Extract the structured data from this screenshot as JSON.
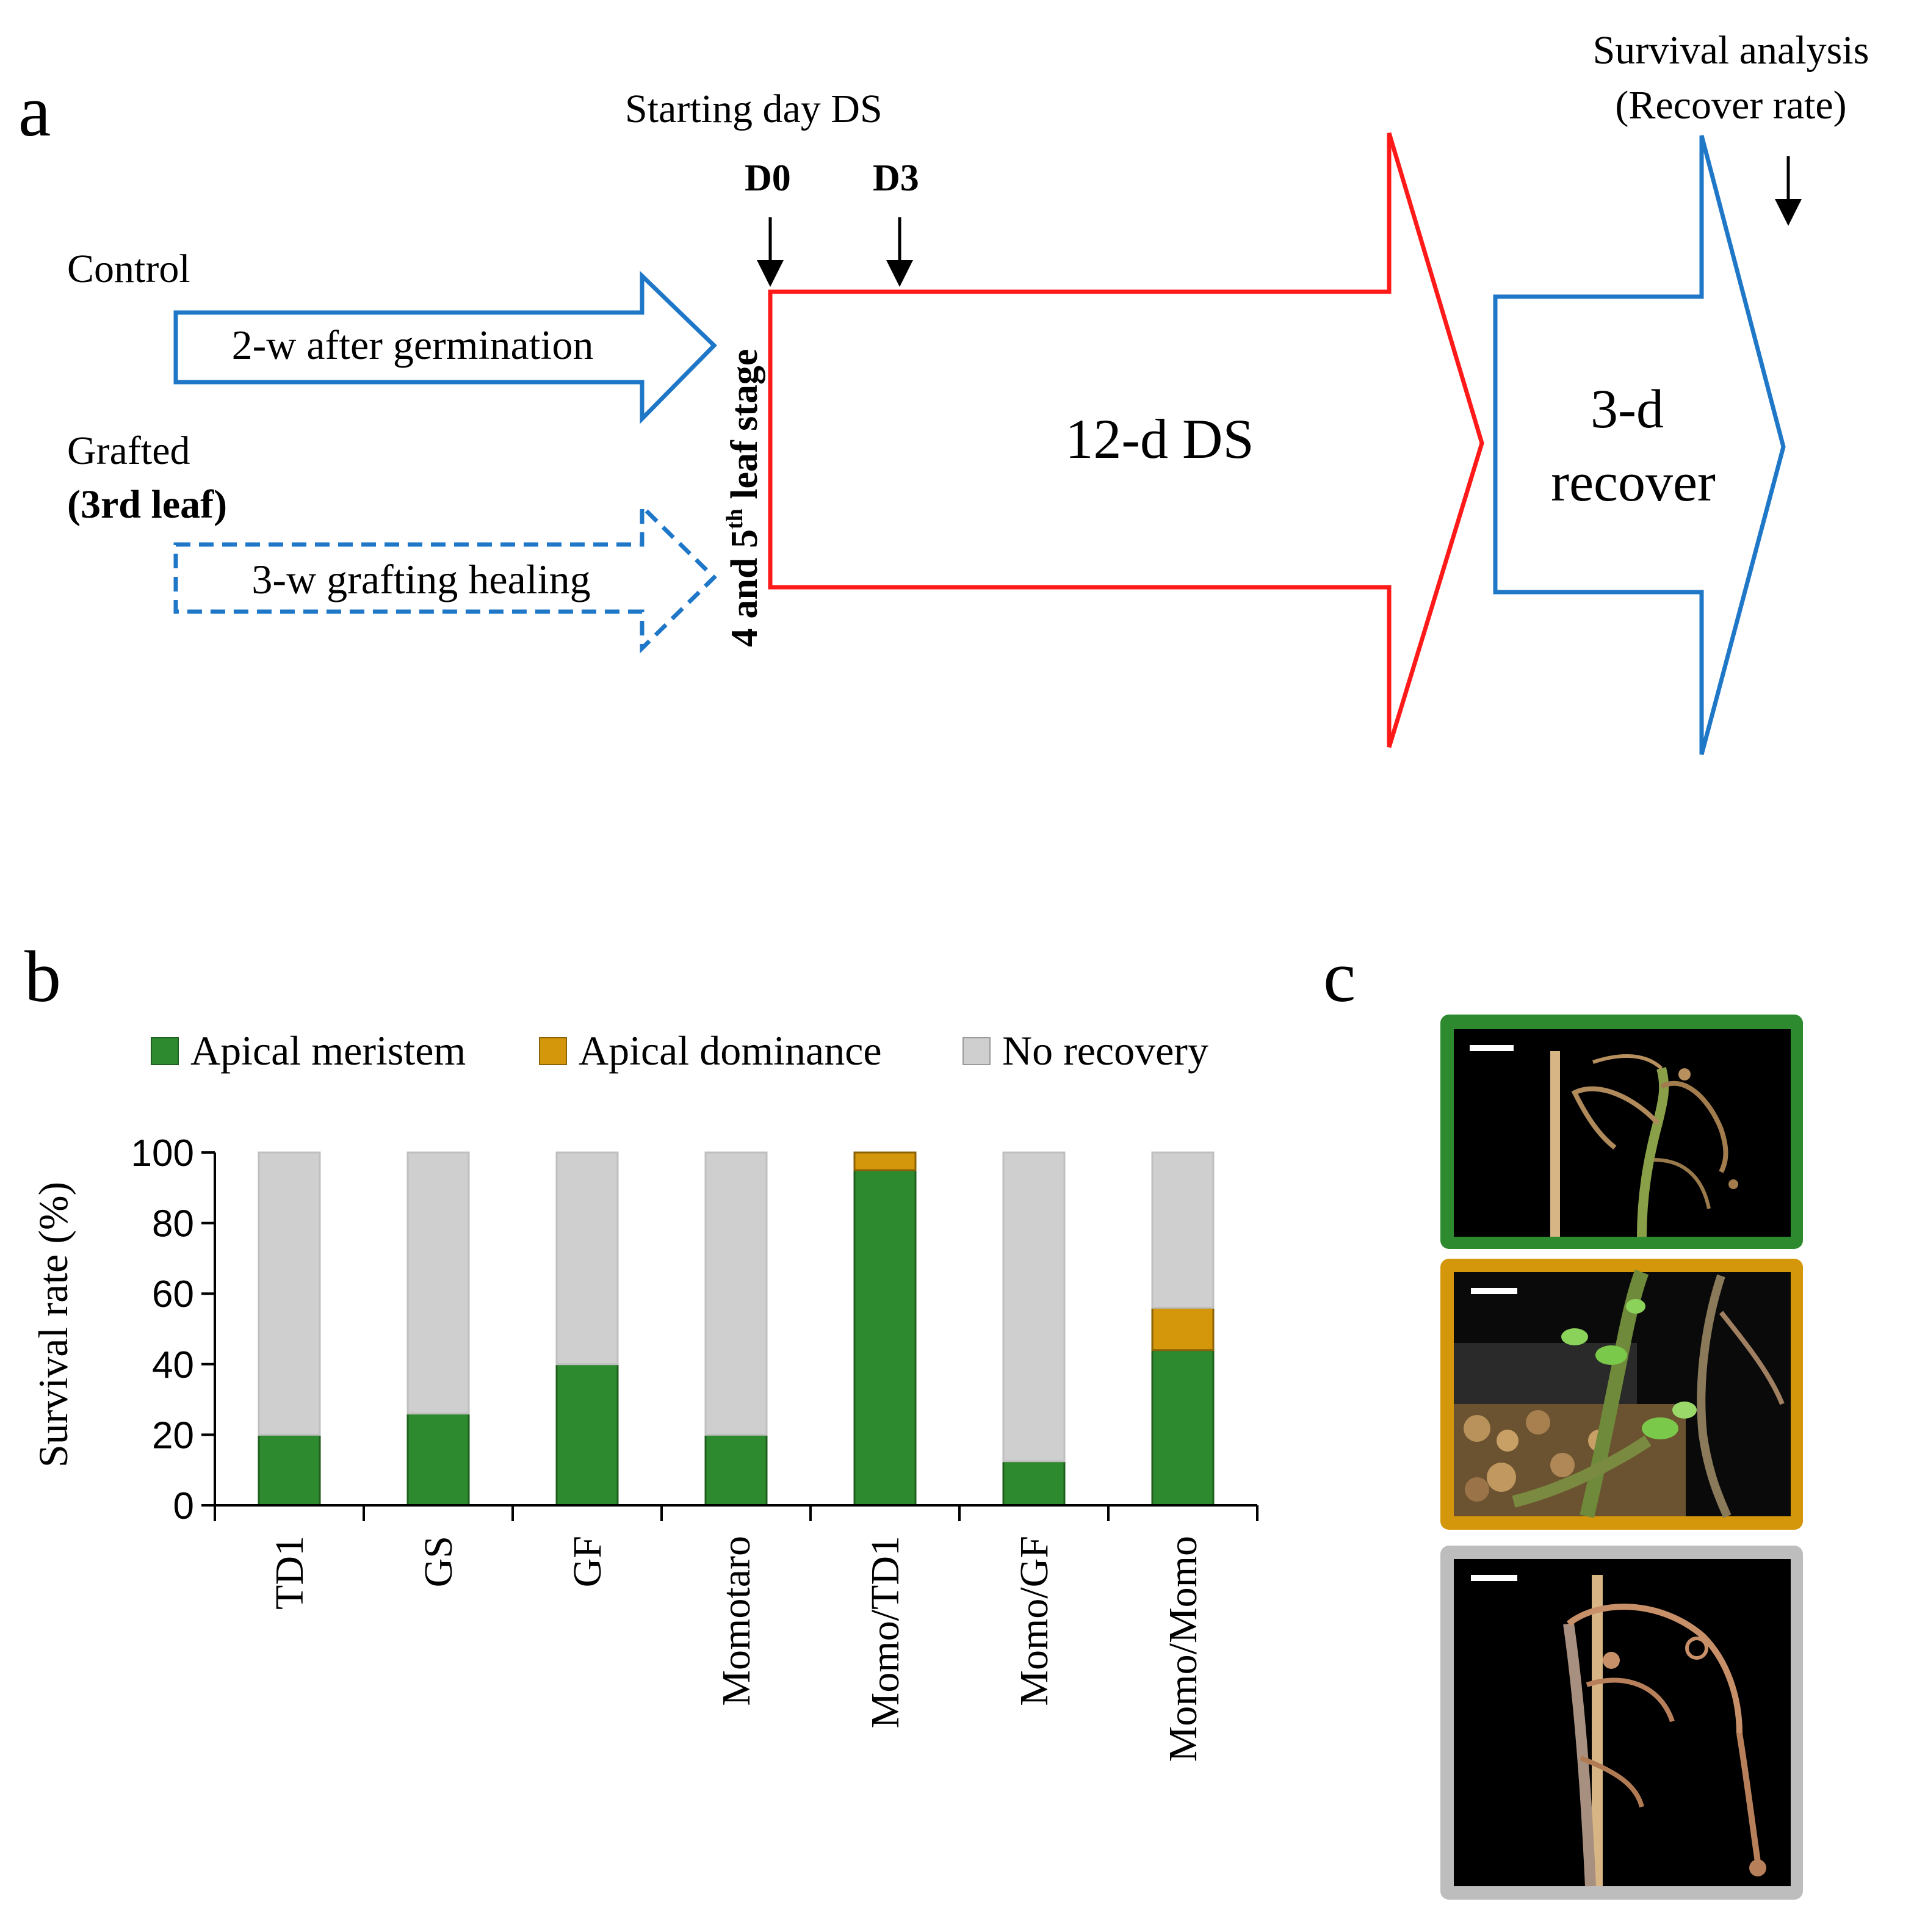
{
  "panel_labels": {
    "a": "a",
    "b": "b",
    "c": "c"
  },
  "diagram": {
    "starting_day": "Starting day DS",
    "d0": "D0",
    "d3": "D3",
    "survival_line1": "Survival analysis",
    "survival_line2": "(Recover rate)",
    "control_label": "Control",
    "grafted_label": "Grafted",
    "grafted_sublabel": "(3rd leaf)",
    "control_arrow_text": "2-w after germination",
    "grafted_arrow_text": "3-w grafting healing",
    "leaf_stage_prefix": "4 and 5",
    "leaf_stage_sup": "th",
    "leaf_stage_suffix": " leaf stage",
    "ds_label": "12-d DS",
    "recover_line1": "3-d",
    "recover_line2": "recover"
  },
  "colors": {
    "blue": "#1f77c8",
    "red": "#ff1a1a",
    "apical_meristem": "#2e8a2e",
    "apical_dominance": "#d4960a",
    "no_recovery": "#cfcfcf",
    "no_recovery_border": "#bfbfbf"
  },
  "chart_data": {
    "type": "bar",
    "stacked": true,
    "categories": [
      "TD1",
      "GS",
      "GF",
      "Momotaro",
      "Momo/TD1",
      "Momo/GF",
      "Momo/Momo"
    ],
    "series": [
      {
        "name": "Apical meristem",
        "values": [
          20,
          26,
          40,
          20,
          95,
          12.5,
          44
        ]
      },
      {
        "name": "Apical dominance",
        "values": [
          0,
          0,
          0,
          0,
          5,
          0,
          12
        ]
      },
      {
        "name": "No recovery",
        "values": [
          80,
          74,
          60,
          80,
          0,
          87.5,
          44
        ]
      }
    ],
    "ylabel": "Survival rate (%)",
    "ylim": [
      0,
      100
    ],
    "yticks": [
      0,
      20,
      40,
      60,
      80,
      100
    ],
    "legend_position": "top",
    "grid": false
  },
  "photos": [
    {
      "frame": "apical-meristem"
    },
    {
      "frame": "apical-dominance"
    },
    {
      "frame": "no-recovery"
    }
  ]
}
